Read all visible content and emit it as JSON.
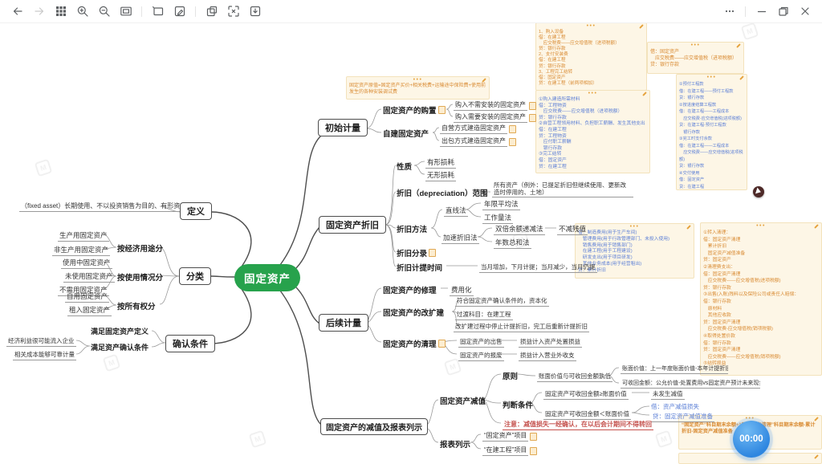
{
  "toolbar": {
    "icons": [
      "back",
      "forward",
      "grid",
      "zoom-in",
      "zoom-out",
      "fit-screen",
      "frame",
      "edit",
      "export-image",
      "focus-center",
      "download"
    ],
    "window_controls": [
      "more",
      "minimize",
      "restore",
      "close"
    ]
  },
  "colors": {
    "center_green": "#27a24c",
    "note_orange": "#d98b33",
    "entry_blue": "#5b7fd6",
    "warn_red": "#c5524e"
  },
  "map": {
    "nodes": {
      "center": "固定资产",
      "def": "定义",
      "def_text": "（fixed asset）长期使用、不以投资销售为目的、有形资产",
      "cls": "分类",
      "cls_econ": "按经济用途分",
      "cls_econ_1": "生产用固定资产",
      "cls_econ_2": "非生产用固定资产",
      "cls_use": "按使用情况分",
      "cls_use_1": "使用中固定资产",
      "cls_use_2": "未使用固定资产",
      "cls_use_3": "不需用固定资产",
      "cls_own": "按所有权分",
      "cls_own_1": "自用固定资产",
      "cls_own_2": "租入固定资产",
      "cond": "确认条件",
      "cond_1": "满足固定资产定义",
      "cond_2": "满足资产确认条件",
      "cond_2_1": "经济利益很可能流入企业",
      "cond_2_2": "相关成本能够可靠计量",
      "init": "初始计量",
      "buy": "固定资产的购置",
      "buy_1": "购入不需安装的固定资产",
      "buy_2": "购入需要安装的固定资产",
      "build": "自建固定资产",
      "build_1": "自营方式建造固定资产",
      "build_2": "出包方式建造固定资产",
      "dep": "固定资产折旧",
      "dep_nature": "性质",
      "dep_nature_1": "有形损耗",
      "dep_nature_2": "无形损耗",
      "dep_scope": "折旧（depreciation）范围",
      "dep_scope_text": "所有资产（例外：已提足折旧但继续使用、更新改造时停用的、土地）",
      "dep_method": "折旧方法",
      "dep_line": "直线法",
      "dep_line_1": "年限平均法",
      "dep_line_2": "工作量法",
      "dep_acc": "加速折旧法",
      "dep_acc_1": "双倍余额递减法",
      "dep_acc_1x": "不减残值",
      "dep_acc_2": "年数总和法",
      "dep_entry": "折旧分录",
      "dep_time": "折旧计提时间",
      "dep_time_text": "当月增加，下月计提；当月减少，当月仍提",
      "sub": "后续计量",
      "repair": "固定资产的修理",
      "repair_1": "费用化",
      "rebuild": "固定资产的改扩建",
      "rebuild_1": "符合固定资产确认条件的，资本化",
      "rebuild_2": "过渡科目：在建工程",
      "rebuild_3": "改扩建过程中停止计提折旧，完工后重新计提折旧",
      "clean": "固定资产的清理",
      "clean_1": "固定资产的出售",
      "clean_1x": "损益计入资产处置损益",
      "clean_2": "固定资产的报废",
      "clean_2x": "损益计入营业外收支",
      "imp_main": "固定资产的减值及报表列示",
      "imp": "固定资产减值",
      "imp_rule": "原则",
      "imp_rule_1": "账面价值与可收回金额孰低",
      "imp_rule_1a": "账面价值：上一年度账面价值-本年计提折旧",
      "imp_rule_1b": "可收回金额：公允价值-处置费用vs固定资产预计未来现金流量现值，孰高",
      "imp_cond": "判断条件",
      "imp_cond_1": "固定资产可收回金额≥账面价值",
      "imp_cond_1x": "未发生减值",
      "imp_cond_2": "固定资产可收回金额＜账面价值",
      "imp_cond_2x1": "借：资产减值损失",
      "imp_cond_2x2": "贷：固定资产减值准备",
      "imp_warn": "注意：减值损失一经确认，在以后会计期间不得转回",
      "report": "报表列示",
      "report_1": "“固定资产”项目",
      "report_2": "“在建工程”项目"
    }
  },
  "notes": {
    "formula": {
      "lines": [
        "固定资产原值=固定资产买价+相关税费+运输途中保险费+使用前发生的各种安装调试费"
      ]
    },
    "install": {
      "lines": [
        "1、购入设备",
        "借：在建工程",
        "　应交税费——应交增值税（进项税额）",
        "贷：银行存款",
        "2、支付安装费",
        "借：在建工程",
        "贷：银行存款",
        "3、工程完工结转",
        "借：固定资产",
        "贷：在建工程（前两项相加）"
      ]
    },
    "noinstall": {
      "lines": [
        "借：固定资产",
        "　应交税费——应交增值税（进项税额）",
        "贷：银行存款"
      ]
    },
    "selfbuild": {
      "lines": [
        "①购入建造所需材料",
        "借：工程物资",
        "　应交税费——应交增值税（进项税额）",
        "贷：银行存款",
        "②自营工程领用材料、负担职工薪酬、发生其他支出",
        "借：在建工程",
        "贷：工程物资",
        "　应付职工薪酬",
        "　银行存款",
        "③完工结转",
        "借：固定资产",
        "贷：在建工程"
      ]
    },
    "outsource": {
      "lines": [
        "①预付工程款",
        "借：在建工程——预付工程款",
        "贷：银行存款",
        "②按进度结算工程款",
        "借：在建工程——工程成本",
        "　应交税费-应交增值税(进项税额)",
        "贷：在建工程-预付工程款",
        "　银行存款",
        "③完工时支付余款",
        "借：在建工程——工程成本",
        "　应交税费——应交增值税(进项税额)",
        "贷：银行存款",
        "④交付使用",
        "借：固定资产",
        "贷：在建工程"
      ]
    },
    "depentry": {
      "lines": [
        "借：制造费用(用于生产车间)",
        "　管理费用(用于行政管理部门、未投入使用)",
        "　销售费用(用于销售部门)",
        "　在建工程(用于工程建设)",
        "　研发支出(用于项目研发)",
        "　其他业务成本(用于经营租出)",
        "贷：累计折旧"
      ]
    },
    "cleanup": {
      "lines": [
        "①转入清理：",
        "借：固定资产清理",
        "　累计折旧",
        "　固定资产减值准备",
        "贷：固定资产",
        "②清理费支出：",
        "借：固定资产清理",
        "　应交税费——应交增值税(进项税额)",
        "贷：银行存款",
        "③出售(入账)残料以及保险公司或责任人赔偿：",
        "借：银行存款",
        "　原材料",
        "　其他应收款",
        "贷：固定资产清理",
        "　应交税费-应交增值税(销项税额)",
        "④取得处置价款",
        "借：银行存款",
        "贷：固定资产清理",
        "　应交税费——应交增值税(销项税额)",
        "⑤结转损益"
      ]
    },
    "fixeditem": {
      "lines": [
        "“固定资产”科目期末余额+“固定资产清理”科目期末余额-累计折旧-固定资产减值准备"
      ]
    }
  },
  "timer": {
    "label": "00:00"
  },
  "watermark": {
    "glyph": "M"
  }
}
